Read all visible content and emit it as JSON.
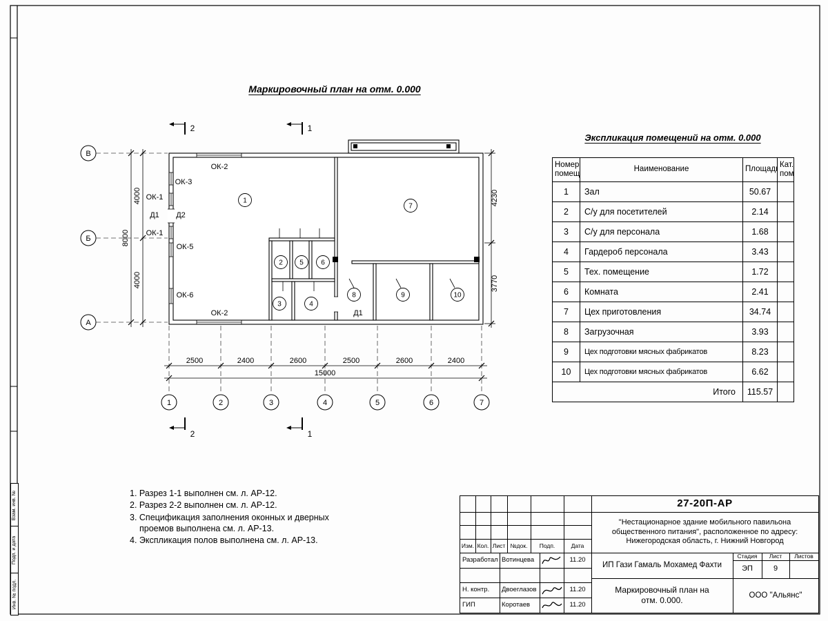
{
  "titles": {
    "plan": "Маркировочный план на отм. 0.000",
    "explication": "Экспликация помещений на отм. 0.000"
  },
  "plan": {
    "grid_letters": [
      "В",
      "Б",
      "А"
    ],
    "grid_numbers": [
      "1",
      "2",
      "3",
      "4",
      "5",
      "6",
      "7"
    ],
    "dims_bottom": [
      "2500",
      "2400",
      "2600",
      "2500",
      "2600",
      "2400"
    ],
    "dim_total": "15000",
    "dims_left": [
      "4000",
      "4000"
    ],
    "dim_left_total": "8000",
    "dims_right": [
      "4230",
      "3770"
    ],
    "rooms": [
      "1",
      "2",
      "3",
      "4",
      "5",
      "6",
      "7",
      "8",
      "9",
      "10"
    ],
    "marks": {
      "ok2a": "ОК-2",
      "ok3": "ОК-3",
      "ok1a": "ОК-1",
      "d1a": "Д1",
      "d2": "Д2",
      "ok1b": "ОК-1",
      "ok5": "ОК-5",
      "ok6": "ОК-6",
      "ok2b": "ОК-2",
      "d1b": "Д1"
    },
    "sections": {
      "s1": "1",
      "s2": "2"
    }
  },
  "explication": {
    "headers": {
      "num": "Номер помещ.",
      "name": "Наименование",
      "area": "Площадь",
      "cat": "Кат. пом."
    },
    "rows": [
      {
        "num": "1",
        "name": "Зал",
        "area": "50.67"
      },
      {
        "num": "2",
        "name": "С/у для посетителей",
        "area": "2.14"
      },
      {
        "num": "3",
        "name": "С/у для персонала",
        "area": "1.68"
      },
      {
        "num": "4",
        "name": "Гардероб персонала",
        "area": "3.43"
      },
      {
        "num": "5",
        "name": "Тех. помещение",
        "area": "1.72"
      },
      {
        "num": "6",
        "name": "Комната",
        "area": "2.41"
      },
      {
        "num": "7",
        "name": "Цех приготовления",
        "area": "34.74"
      },
      {
        "num": "8",
        "name": "Загрузочная",
        "area": "3.93"
      },
      {
        "num": "9",
        "name": "Цех подготовки мясных фабрикатов",
        "area": "8.23"
      },
      {
        "num": "10",
        "name": "Цех подготовки мясных фабрикатов",
        "area": "6.62"
      }
    ],
    "total_label": "Итого",
    "total_value": "115.57"
  },
  "notes": [
    "1. Разрез 1-1 выполнен см. л. АР-12.",
    "2. Разрез 2-2 выполнен см. л. АР-12.",
    "3. Спецификация заполнения оконных и дверных проемов выполнена см. л. АР-13.",
    "4. Экспликация полов выполнена см. л. АР-13."
  ],
  "title_block": {
    "doc_number": "27-20П-АР",
    "description": "\"Нестационарное здание мобильного павильона общественного питания\", расположенное по адресу: Нижегородская область, г. Нижний Новгород",
    "table_headers": [
      "Изм.",
      "Кол.",
      "Лист",
      "№док.",
      "Подп.",
      "Дата"
    ],
    "sign_rows": [
      {
        "role": "Разработал",
        "name": "Вотинцева",
        "date": "11.20"
      },
      {
        "role": "Н. контр.",
        "name": "Двоеглазов",
        "date": "11.20"
      },
      {
        "role": "ГИП",
        "name": "Коротаев",
        "date": "11.20"
      }
    ],
    "client": "ИП Гази Гамаль Мохамед Фахти",
    "stage_header": "Стадия",
    "sheet_header": "Лист",
    "sheets_header": "Листов",
    "stage": "ЭП",
    "sheet": "9",
    "drawing_name": "Маркировочный план на отм. 0.000.",
    "company": "ООО \"Альянс\""
  },
  "margin": [
    "Взам. инв. №",
    "Подп. и дата",
    "Инв. № подл."
  ]
}
